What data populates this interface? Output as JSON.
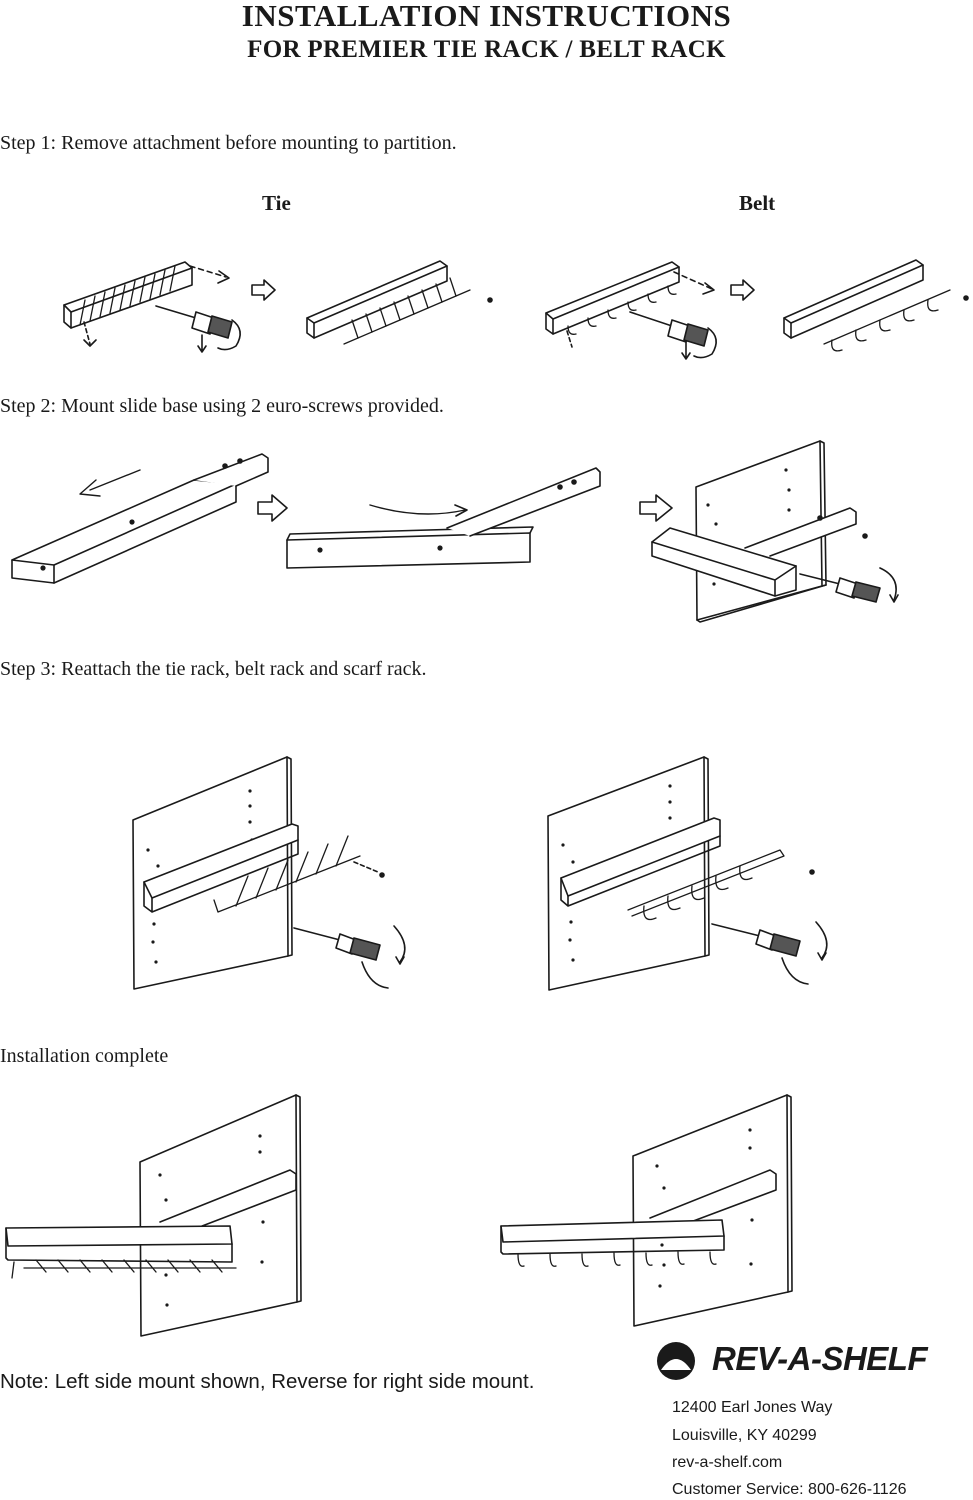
{
  "header": {
    "title": "INSTALLATION INSTRUCTIONS",
    "subtitle": "FOR PREMIER TIE RACK / BELT RACK"
  },
  "steps": [
    {
      "label": "Step 1: Remove attachment before mounting to partition."
    },
    {
      "label": "Step 2: Mount slide base using 2 euro-screws provided."
    },
    {
      "label": "Step 3: Reattach the tie rack, belt rack and scarf rack."
    },
    {
      "label": "Installation complete"
    }
  ],
  "columns": {
    "tie": "Tie",
    "belt": "Belt"
  },
  "note": "Note: Left side mount shown, Reverse for right side mount.",
  "brand": {
    "name": "REV-A-SHELF",
    "address_line1": "12400 Earl Jones Way",
    "address_line2": "Louisville, KY 40299",
    "website": "rev-a-shelf.com",
    "customer_service": "Customer Service: 800-626-1126"
  },
  "icons": [
    "screwdriver-icon",
    "arrow-right-icon",
    "rotation-arrow-icon",
    "rev-a-shelf-logo"
  ],
  "colors": {
    "ink": "#1a1a1a",
    "paper": "#ffffff"
  }
}
